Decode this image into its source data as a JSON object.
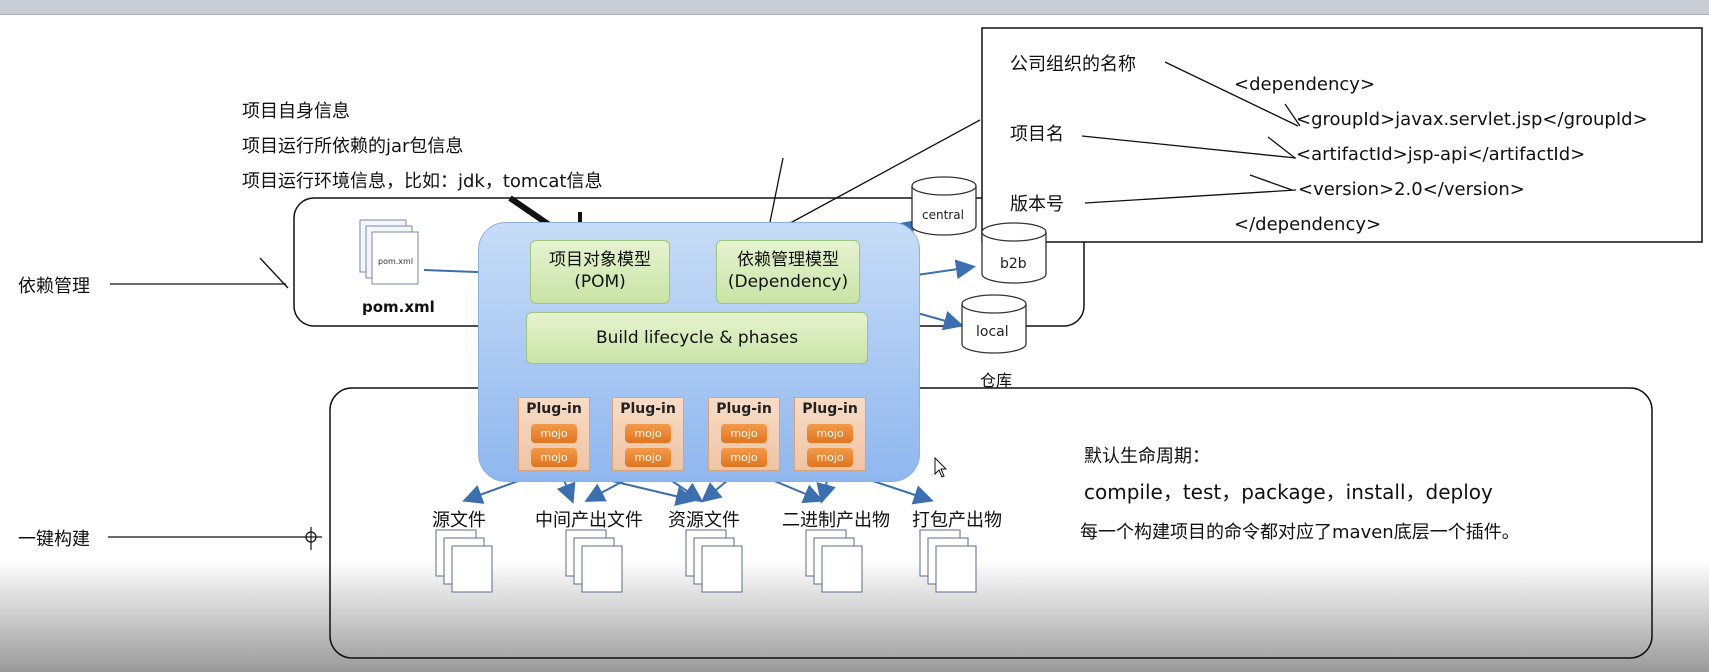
{
  "left_labels": {
    "dependency_mgmt": "依赖管理",
    "one_click_build": "一键构建"
  },
  "pom_info": {
    "line1": "项目自身信息",
    "line2": "项目运行所依赖的jar包信息",
    "line3": "项目运行环境信息，比如：jdk，tomcat信息"
  },
  "diagram": {
    "pom_file_icon_text": "pom.xml",
    "pom_file_label": "pom.xml",
    "pom_box": {
      "line1": "项目对象模型",
      "line2": "(POM)"
    },
    "dep_box": {
      "line1": "依赖管理模型",
      "line2": "(Dependency)"
    },
    "lifecycle": "Build lifecycle & phases",
    "plugins": [
      {
        "label": "Plug-in",
        "mojo1": "mojo",
        "mojo2": "mojo"
      },
      {
        "label": "Plug-in",
        "mojo1": "mojo",
        "mojo2": "mojo"
      },
      {
        "label": "Plug-in",
        "mojo1": "mojo",
        "mojo2": "mojo"
      },
      {
        "label": "Plug-in",
        "mojo1": "mojo",
        "mojo2": "mojo"
      }
    ],
    "repos": {
      "central": "central",
      "b2b": "b2b",
      "local": "local",
      "warehouse": "仓库"
    },
    "outputs": [
      "源文件",
      "中间产出文件",
      "资源文件",
      "二进制产出物",
      "打包产出物"
    ]
  },
  "dependency_callout": {
    "group_label": "公司组织的名称",
    "artifact_label": "项目名",
    "version_label": "版本号",
    "xml_open": "<dependency>",
    "xml_group": "<groupId>javax.servlet.jsp</groupId>",
    "xml_artifact": "<artifactId>jsp-api</artifactId>",
    "xml_version": "<version>2.0</version>",
    "xml_close": "</dependency>"
  },
  "lifecycle_note": {
    "title": "默认生命周期：",
    "phases": "compile，test，package，install，deploy",
    "note": "每一个构建项目的命令都对应了maven底层一个插件。"
  }
}
